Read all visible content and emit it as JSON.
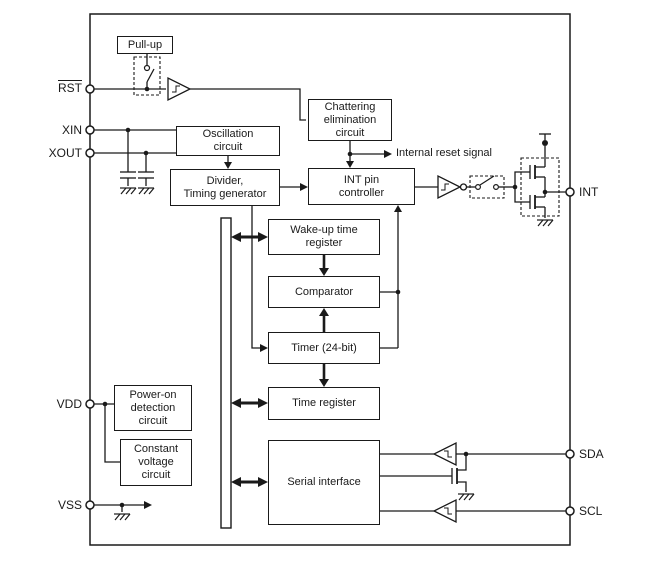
{
  "pins": {
    "rst": "RST",
    "xin": "XIN",
    "xout": "XOUT",
    "vdd": "VDD",
    "vss": "VSS",
    "int": "INT",
    "sda": "SDA",
    "scl": "SCL"
  },
  "blocks": {
    "pullup": "Pull-up",
    "oscillation": "Oscillation\ncircuit",
    "divider": "Divider,\nTiming generator",
    "chattering": "Chattering\nelimination\ncircuit",
    "int_controller": "INT pin\ncontroller",
    "wakeup": "Wake-up time\nregister",
    "comparator": "Comparator",
    "timer": "Timer (24-bit)",
    "time_register": "Time register",
    "serial": "Serial interface",
    "power_on": "Power-on\ndetection\ncircuit",
    "const_voltage": "Constant\nvoltage\ncircuit"
  },
  "labels": {
    "internal_reset": "Internal reset signal"
  },
  "colors": {
    "line": "#1a1a1a",
    "background": "#ffffff"
  }
}
